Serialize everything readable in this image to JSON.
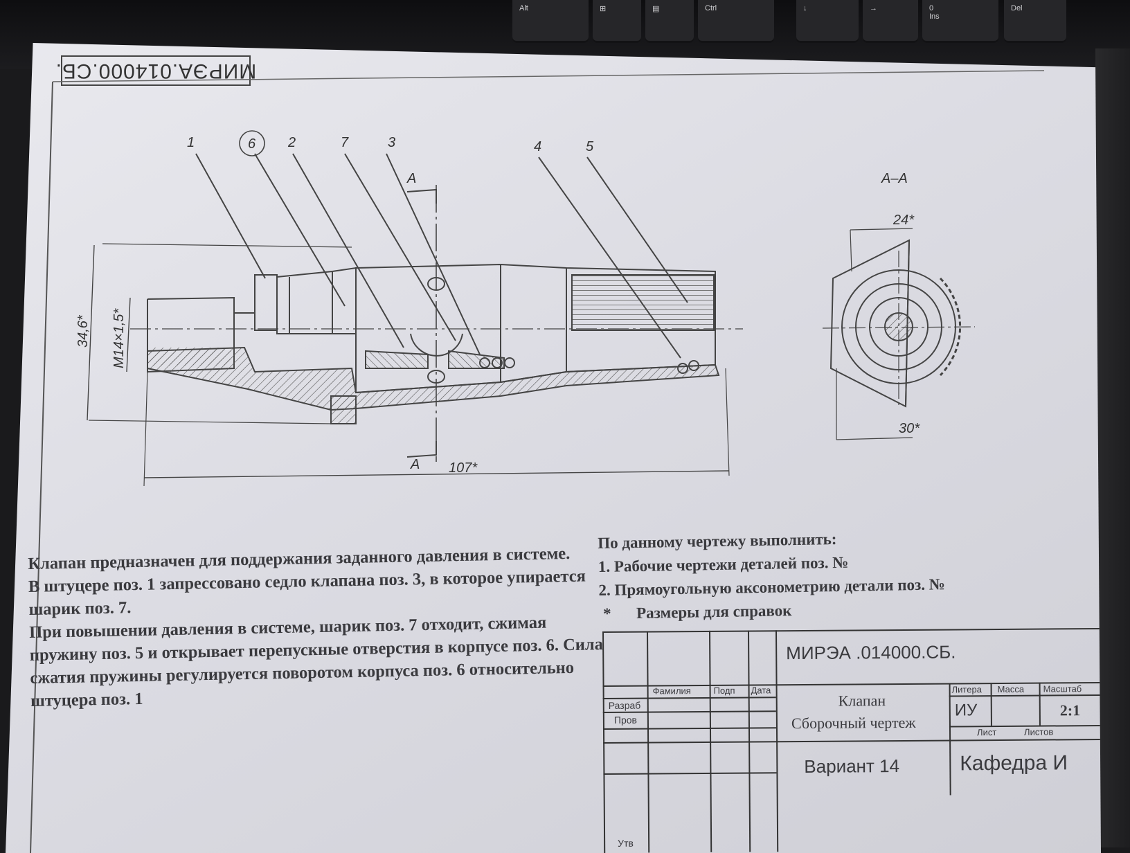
{
  "keyboard": {
    "keys": [
      {
        "label": "Alt"
      },
      {
        "label": "⊞"
      },
      {
        "label": "▤"
      },
      {
        "label": "Ctrl"
      },
      {
        "label": "↓"
      },
      {
        "label": "→"
      },
      {
        "label": "0\nIns"
      },
      {
        "label": "Del"
      }
    ]
  },
  "stamp": "МИРЭА.014000.СБ.",
  "drawing": {
    "leaders": [
      "1",
      "6",
      "2",
      "7",
      "3",
      "4",
      "5"
    ],
    "section_mark": "А",
    "section_title": "А–А",
    "dims": {
      "height": "34,6*",
      "thread": "M14×1,5*",
      "length": "107*",
      "width_top": "24*",
      "width_bottom": "30*"
    }
  },
  "description": [
    "Клапан предназначен для поддержания заданного давления в системе.",
    "В штуцере поз. 1 запрессовано седло клапана поз. 3, в которое упирается шарик поз. 7.",
    "При повышении давления в системе, шарик поз. 7 отходит, сжимая пружину поз. 5 и открывает перепускные отверстия в корпусе поз. 6. Сила сжатия пружины регулируется поворотом корпуса поз. 6 относительно штуцера поз. 1"
  ],
  "tasks": {
    "heading": "По данному чертежу выполнить:",
    "items": [
      "1. Рабочие чертежи деталей поз. №",
      "2. Прямоугольную аксонометрию детали поз. №"
    ],
    "note_star": "*",
    "note_text": "Размеры для справок"
  },
  "title_block": {
    "doc_code": "МИРЭА .014000.СБ.",
    "name_line1": "Клапан",
    "name_line2": "Сборочный чертеж",
    "col_surname": "Фамилия",
    "col_sign": "Подп",
    "col_date": "Дата",
    "row_dev": "Разраб",
    "row_check": "Пров",
    "row_approve": "Утв",
    "hdr_litera": "Литера",
    "hdr_mass": "Масса",
    "hdr_scale": "Масштаб",
    "litera": "ИУ",
    "scale": "2:1",
    "sheet": "Лист",
    "sheets": "Листов",
    "variant": "Вариант 14",
    "department": "Кафедра И"
  }
}
